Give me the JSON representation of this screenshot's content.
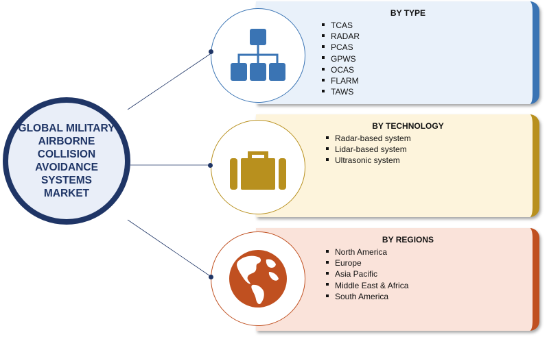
{
  "center": {
    "title": "GLOBAL MILITARY\nAIRBORNE COLLISION\nAVOIDANCE SYSTEMS\nMARKET"
  },
  "segments": [
    {
      "title": "BY TYPE",
      "icon": "hierarchy-icon",
      "color": "#3a74b4",
      "items": [
        "TCAS",
        "RADAR",
        "PCAS",
        "GPWS",
        "OCAS",
        "FLARM",
        "TAWS"
      ]
    },
    {
      "title": "BY TECHNOLOGY",
      "icon": "briefcase-icon",
      "color": "#b8901e",
      "items": [
        "Radar-based system",
        "Lidar-based system",
        "Ultrasonic system"
      ]
    },
    {
      "title": "BY REGIONS",
      "icon": "globe-icon",
      "color": "#c05020",
      "items": [
        "North America",
        "Europe",
        "Asia Pacific",
        "Middle East & Africa",
        "South America"
      ]
    }
  ]
}
